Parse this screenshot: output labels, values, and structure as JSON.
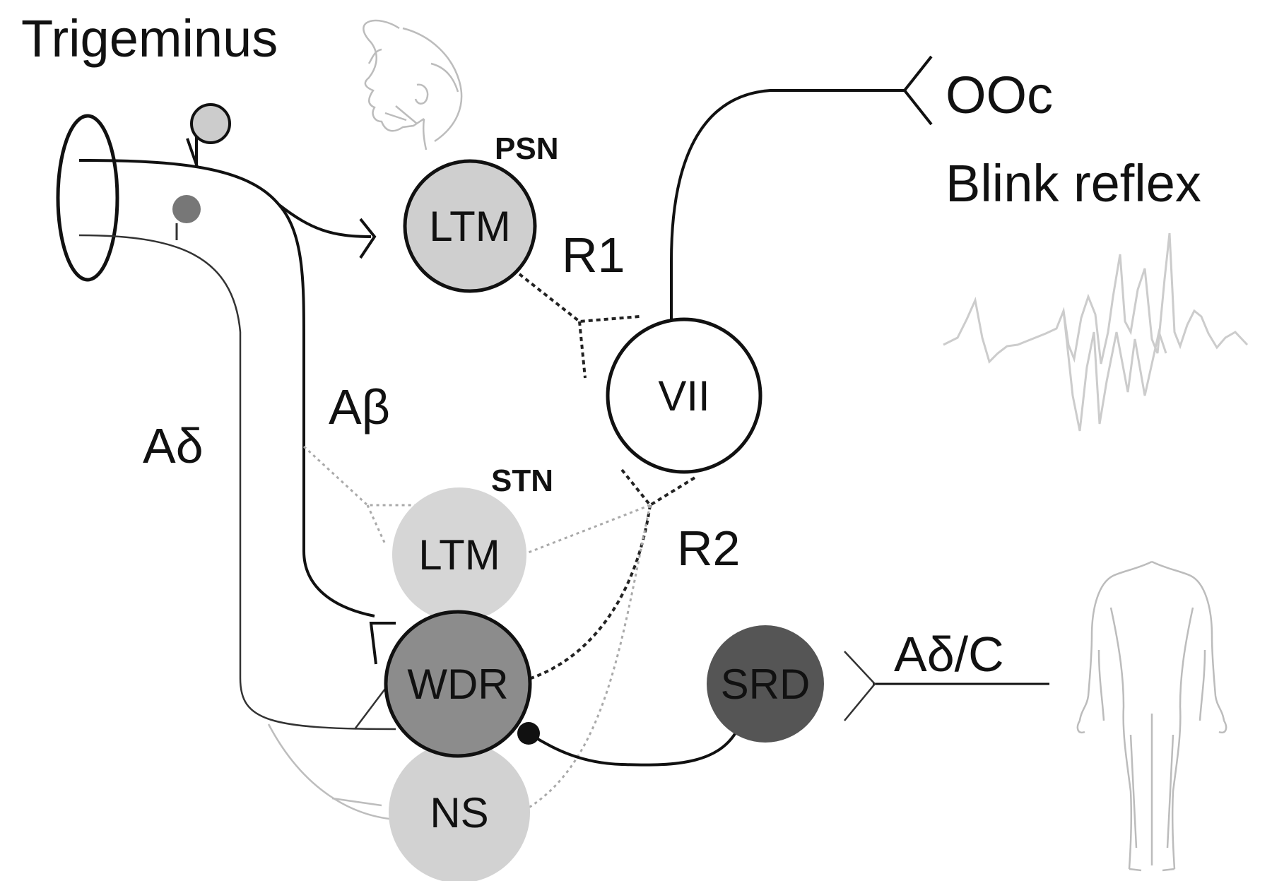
{
  "labels": {
    "trigeminus": "Trigeminus",
    "psn": "PSN",
    "stn": "STN",
    "r1": "R1",
    "r2": "R2",
    "a_beta": "Aβ",
    "a_delta": "Aδ",
    "a_delta_c": "Aδ/C",
    "ooc": "OOc",
    "blink_reflex": "Blink reflex"
  },
  "nodes": {
    "psn_ltm": "LTM",
    "vii": "VII",
    "stn_ltm": "LTM",
    "wdr": "WDR",
    "ns": "NS",
    "srd": "SRD"
  },
  "colors": {
    "psn_ltm": "#cfcfcf",
    "vii": "#ffffff",
    "stn_ltm": "#d6d6d6",
    "wdr": "#8c8c8c",
    "ns": "#d2d2d2",
    "srd": "#555555",
    "emg_trace": "#cccccc",
    "line": "#111111"
  }
}
